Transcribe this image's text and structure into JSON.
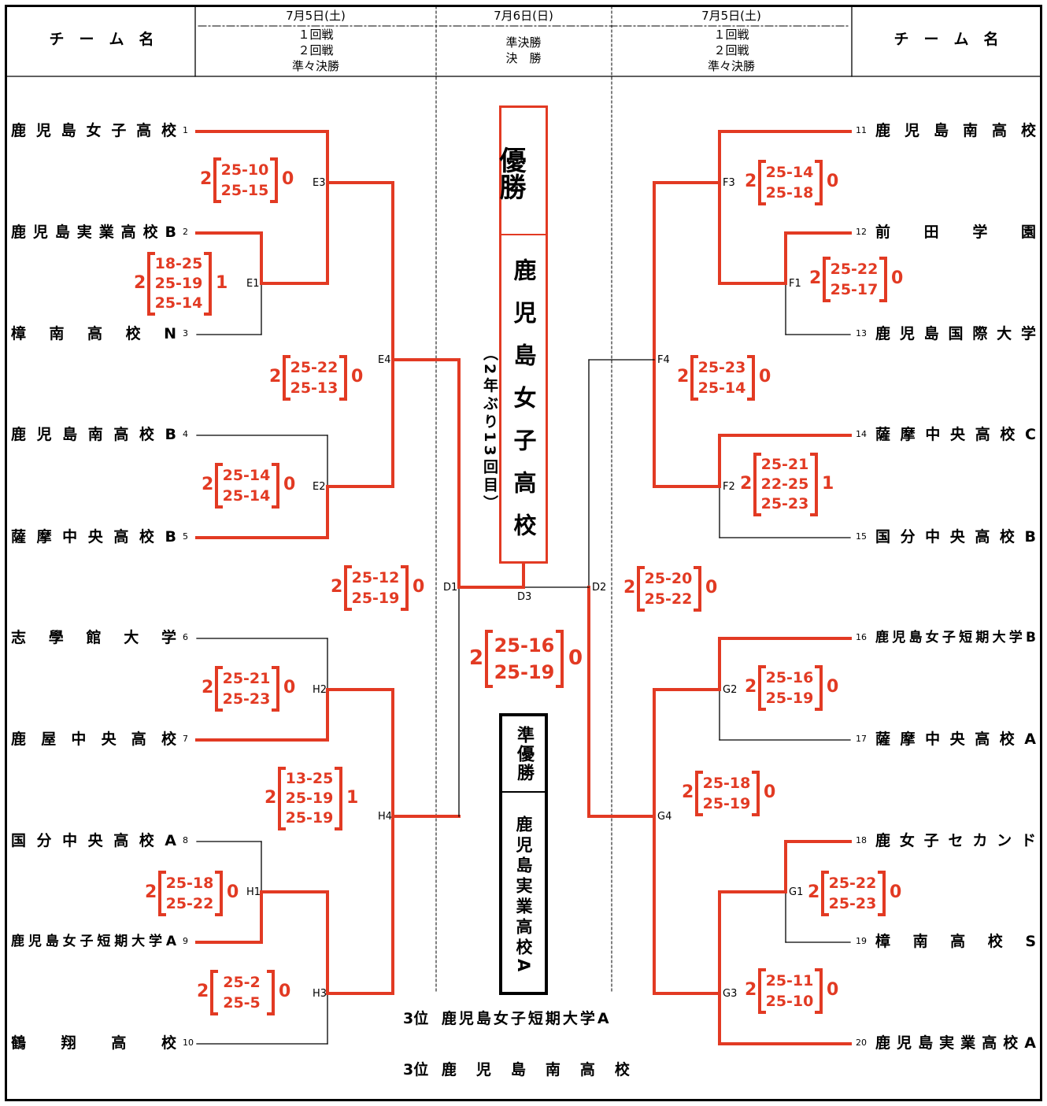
{
  "header": {
    "left_title": "チ　ー　ム　名",
    "right_title": "チ　ー　ム　名",
    "col1_date": "7月5日(土)",
    "col1_rounds": [
      "１回戦",
      "２回戦",
      "準々決勝"
    ],
    "col2_date": "7月6日(日)",
    "col2_rounds": [
      "準決勝",
      "決　勝"
    ],
    "col3_date": "7月5日(土)",
    "col3_rounds": [
      "１回戦",
      "２回戦",
      "準々決勝"
    ]
  },
  "teams_left": [
    {
      "seed": "1",
      "name": "鹿児島女子高校"
    },
    {
      "seed": "2",
      "name": "鹿児島実業高校B"
    },
    {
      "seed": "3",
      "name": "樟南高校N"
    },
    {
      "seed": "4",
      "name": "鹿児島南高校B"
    },
    {
      "seed": "5",
      "name": "薩摩中央高校B"
    },
    {
      "seed": "6",
      "name": "志學館大学"
    },
    {
      "seed": "7",
      "name": "鹿屋中央高校"
    },
    {
      "seed": "8",
      "name": "国分中央高校A"
    },
    {
      "seed": "9",
      "name": "鹿児島女子短期大学A"
    },
    {
      "seed": "10",
      "name": "鶴翔高校"
    }
  ],
  "teams_right": [
    {
      "seed": "11",
      "name": "鹿児島南高校"
    },
    {
      "seed": "12",
      "name": "前田学園"
    },
    {
      "seed": "13",
      "name": "鹿児島国際大学"
    },
    {
      "seed": "14",
      "name": "薩摩中央高校C"
    },
    {
      "seed": "15",
      "name": "国分中央高校B"
    },
    {
      "seed": "16",
      "name": "鹿児島女子短期大学B"
    },
    {
      "seed": "17",
      "name": "薩摩中央高校A"
    },
    {
      "seed": "18",
      "name": "鹿女子セカンド"
    },
    {
      "seed": "19",
      "name": "樟南高校S"
    },
    {
      "seed": "20",
      "name": "鹿児島実業高校A"
    }
  ],
  "matches": [
    {
      "id": "E1",
      "w": "2",
      "sets": [
        "18-25",
        "25-19",
        "25-14"
      ],
      "l": "1"
    },
    {
      "id": "E2",
      "w": "2",
      "sets": [
        "25-14",
        "25-14"
      ],
      "l": "0"
    },
    {
      "id": "E3",
      "w": "2",
      "sets": [
        "25-10",
        "25-15"
      ],
      "l": "0"
    },
    {
      "id": "E4",
      "w": "2",
      "sets": [
        "25-22",
        "25-13"
      ],
      "l": "0"
    },
    {
      "id": "H1",
      "w": "2",
      "sets": [
        "25-18",
        "25-22"
      ],
      "l": "0"
    },
    {
      "id": "H2",
      "w": "2",
      "sets": [
        "25-21",
        "25-23"
      ],
      "l": "0"
    },
    {
      "id": "H3",
      "w": "2",
      "sets": [
        "25-2",
        "25-5"
      ],
      "l": "0"
    },
    {
      "id": "H4",
      "w": "2",
      "sets": [
        "13-25",
        "25-19",
        "25-19"
      ],
      "l": "1"
    },
    {
      "id": "D1",
      "w": "2",
      "sets": [
        "25-12",
        "25-19"
      ],
      "l": "0"
    },
    {
      "id": "F1",
      "w": "2",
      "sets": [
        "25-22",
        "25-17"
      ],
      "l": "0"
    },
    {
      "id": "F2",
      "w": "2",
      "sets": [
        "25-21",
        "22-25",
        "25-23"
      ],
      "l": "1"
    },
    {
      "id": "F3",
      "w": "2",
      "sets": [
        "25-14",
        "25-18"
      ],
      "l": "0"
    },
    {
      "id": "F4",
      "w": "2",
      "sets": [
        "25-23",
        "25-14"
      ],
      "l": "0"
    },
    {
      "id": "G1",
      "w": "2",
      "sets": [
        "25-22",
        "25-23"
      ],
      "l": "0"
    },
    {
      "id": "G2",
      "w": "2",
      "sets": [
        "25-16",
        "25-19"
      ],
      "l": "0"
    },
    {
      "id": "G3",
      "w": "2",
      "sets": [
        "25-11",
        "25-10"
      ],
      "l": "0"
    },
    {
      "id": "G4",
      "w": "2",
      "sets": [
        "25-18",
        "25-19"
      ],
      "l": "0"
    },
    {
      "id": "D2",
      "w": "2",
      "sets": [
        "25-20",
        "25-22"
      ],
      "l": "0"
    },
    {
      "id": "D3",
      "w": "2",
      "sets": [
        "25-16",
        "25-19"
      ],
      "l": "0"
    }
  ],
  "champion": {
    "title": "優勝",
    "team": "鹿児島女子高校",
    "note": "（2年ぶり13回目）"
  },
  "runner_up": {
    "title": "準優勝",
    "team": "鹿児島実業高校A"
  },
  "third_place": [
    {
      "rank": "3位",
      "team": "鹿児島女子短期大学A"
    },
    {
      "rank": "3位",
      "team": "鹿児島南高校"
    }
  ],
  "colors": {
    "win_line": "#e23a23",
    "score_text": "#e23a23",
    "loss_line": "#000000"
  }
}
